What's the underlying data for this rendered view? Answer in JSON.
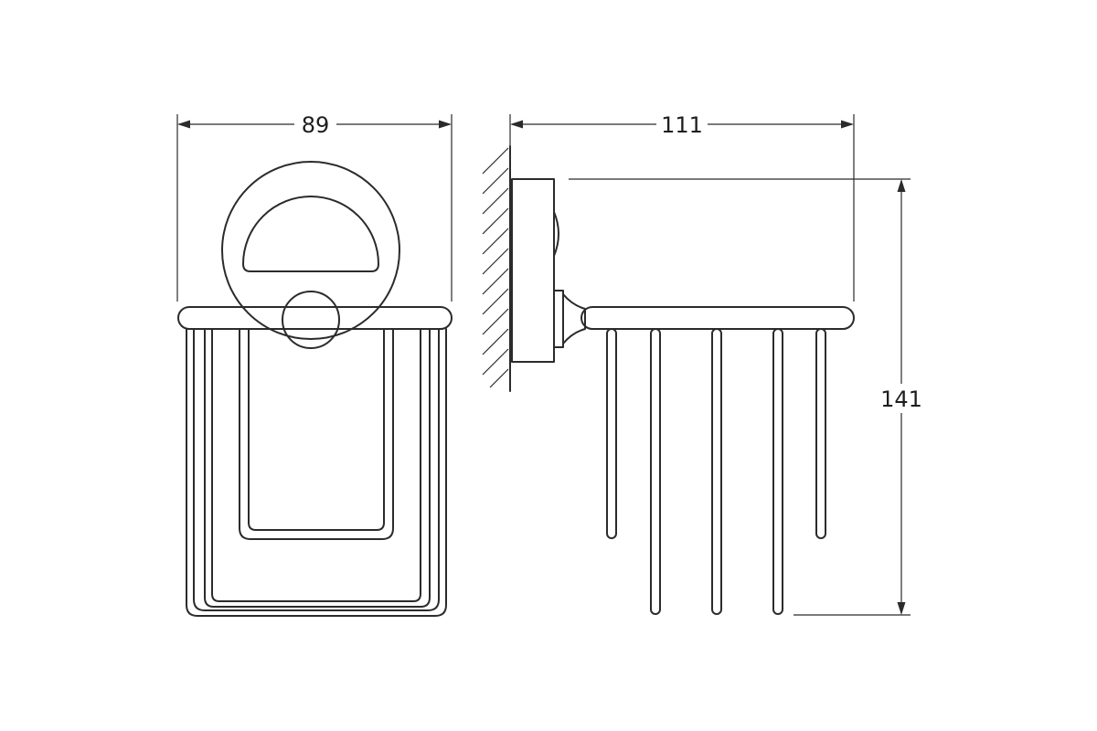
{
  "dimensions": {
    "width_front": "89",
    "depth_side": "111",
    "height_side": "141"
  }
}
